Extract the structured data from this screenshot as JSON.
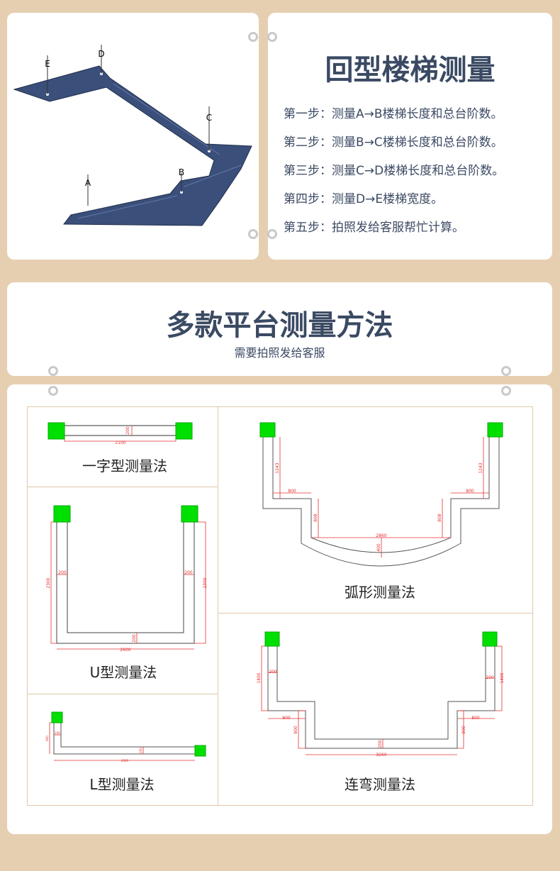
{
  "hero": {
    "title": "回型楼梯测量",
    "steps": [
      "第一步：测量A→B楼梯长度和总台阶数。",
      "第二步：测量B→C楼梯长度和总台阶数。",
      "第三步：测量C→D楼梯长度和总台阶数。",
      "第四步：测量D→E楼梯宽度。",
      "第五步：拍照发给客服帮忙计算。"
    ],
    "points": [
      "A",
      "B",
      "C",
      "D",
      "E"
    ]
  },
  "banner": {
    "title": "多款平台测量方法",
    "subtitle": "需要拍照发给客服"
  },
  "methods": {
    "straight": {
      "label": "一字型测量法",
      "dims": [
        "200",
        "2100"
      ]
    },
    "u": {
      "label": "U型测量法",
      "dims": [
        "2300",
        "200",
        "200",
        "2300",
        "200",
        "2600"
      ]
    },
    "l": {
      "label": "L型测量法",
      "dims": [
        "900",
        "200",
        "200",
        "4000"
      ]
    },
    "arc": {
      "label": "弧形测量法",
      "dims": [
        "1243",
        "800",
        "808",
        "2860",
        "400",
        "1243",
        "800",
        "808"
      ]
    },
    "linked": {
      "label": "连弯测量法",
      "dims": [
        "1400",
        "200",
        "800",
        "800",
        "200",
        "3260",
        "1400",
        "200",
        "800",
        "800"
      ]
    }
  },
  "colors": {
    "stair": "#3a4f7a",
    "accent": "#3b4a63",
    "post": "#00e000",
    "dim": "#e53030"
  }
}
